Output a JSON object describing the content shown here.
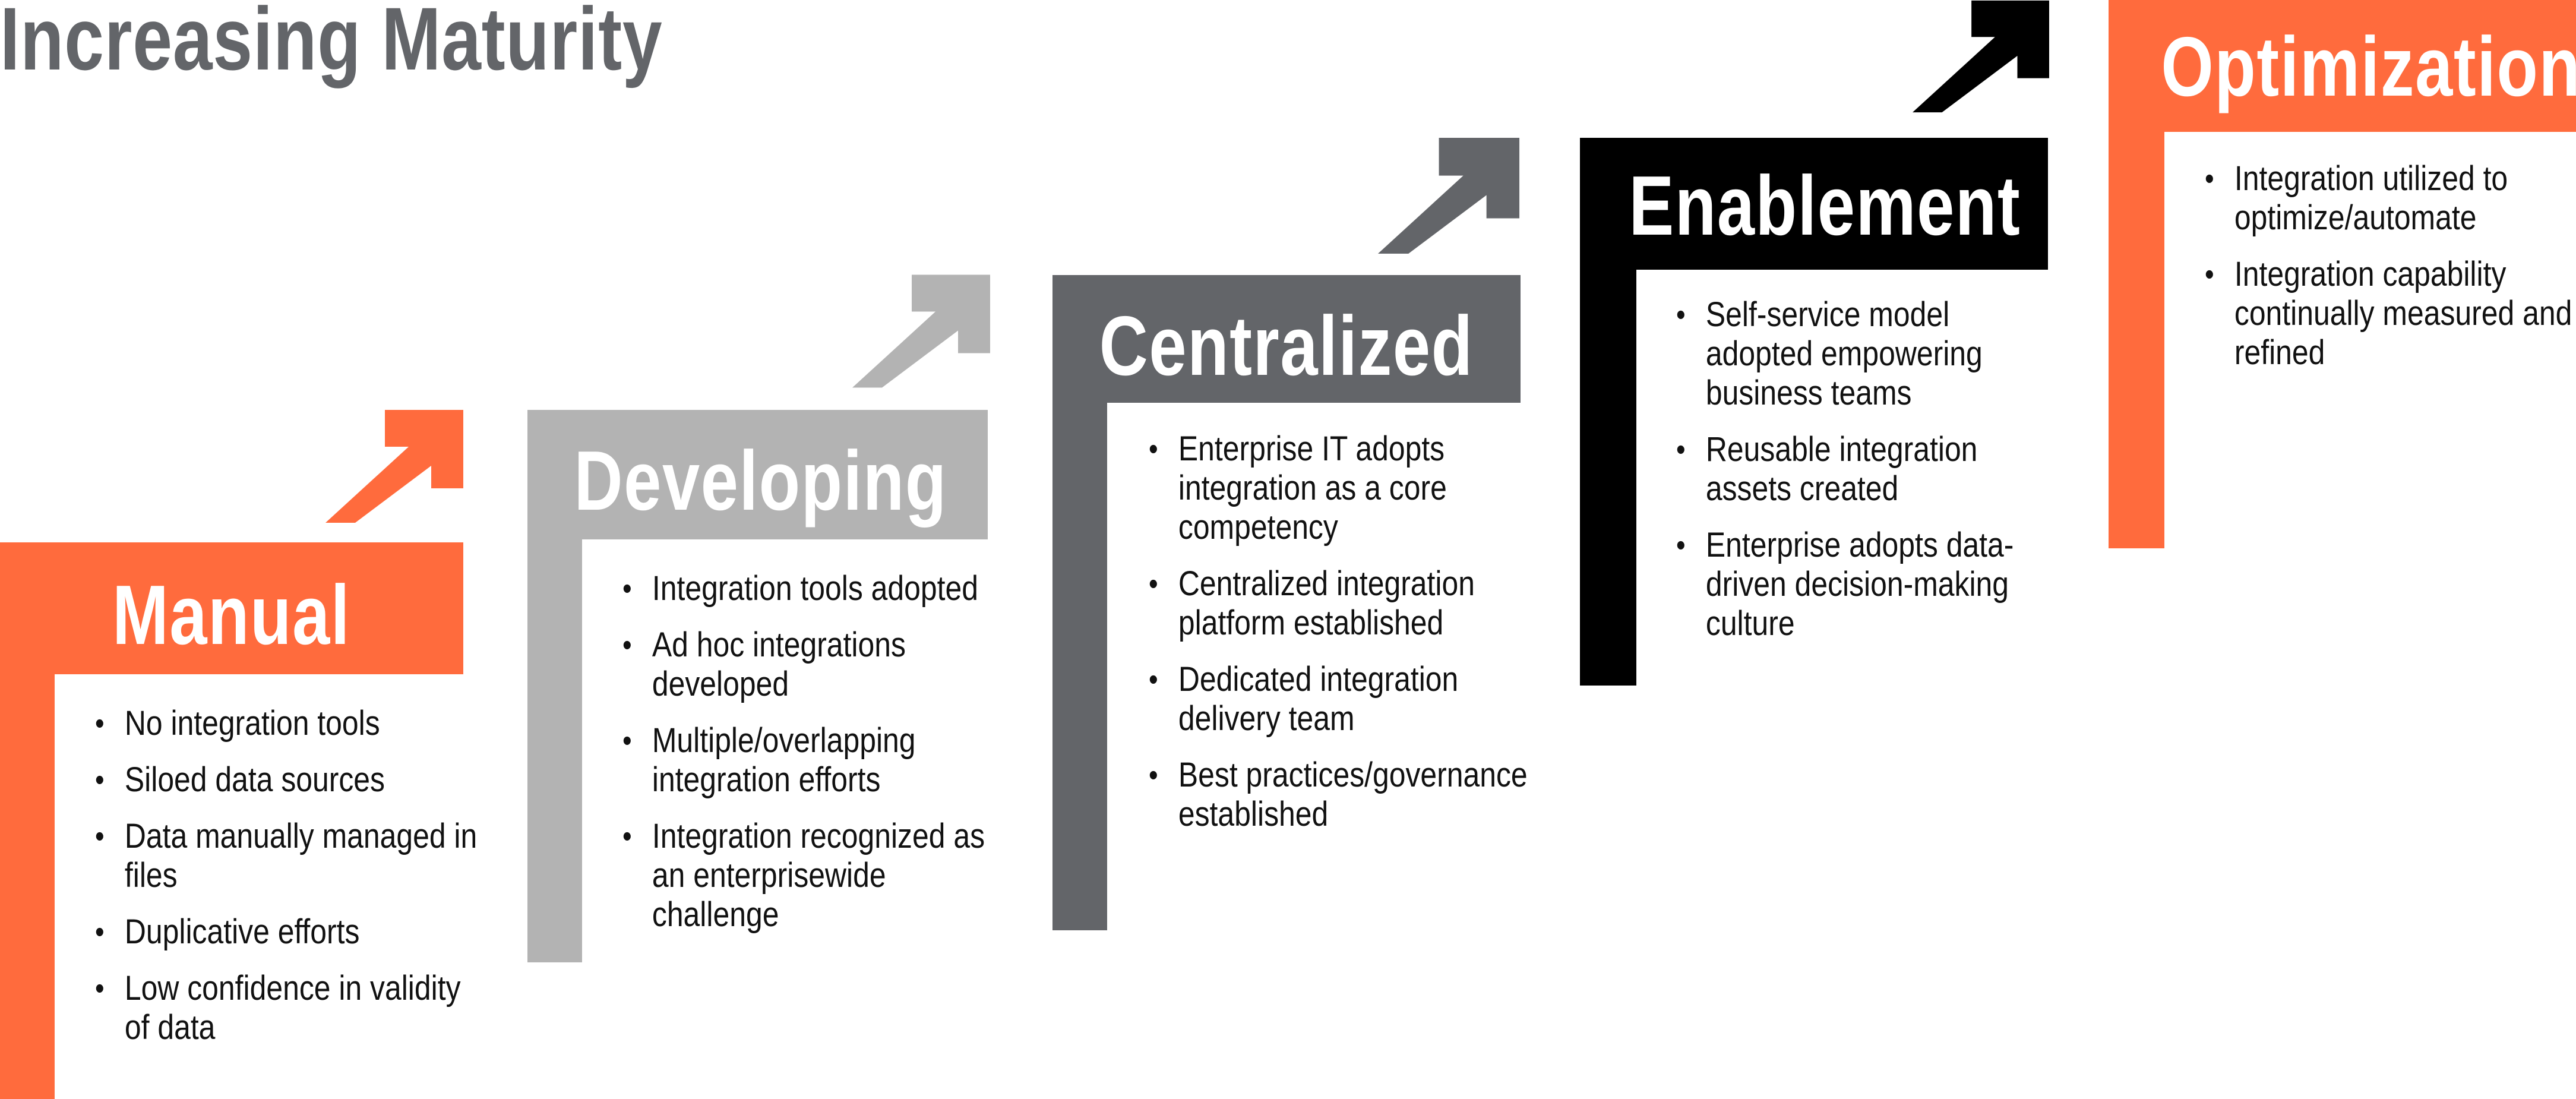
{
  "heading": "Increasing Maturity",
  "stages": [
    {
      "title": "Manual",
      "color": "#ff6b3d",
      "bullets": [
        "No integration tools",
        "Siloed data sources",
        "Data manually managed in files",
        "Duplicative efforts",
        "Low confidence in validity of data"
      ]
    },
    {
      "title": "Developing",
      "color": "#b3b3b3",
      "bullets": [
        "Integration tools adopted",
        "Ad hoc integrations developed",
        "Multiple/overlapping integration efforts",
        "Integration recognized as an enterprisewide challenge"
      ]
    },
    {
      "title": "Centralized",
      "color": "#636569",
      "bullets": [
        "Enterprise IT adopts integration as a core competency",
        "Centralized integration platform established",
        "Dedicated integration delivery team",
        "Best practices/governance established"
      ]
    },
    {
      "title": "Enablement",
      "color": "#000000",
      "bullets": [
        "Self-service model adopted empowering business teams",
        "Reusable integration assets created",
        "Enterprise adopts data-driven decision-making culture"
      ]
    },
    {
      "title": "Optimization",
      "color": "#ff6b3d",
      "bullets": [
        "Integration utilized to optimize/automate",
        "Integration capability continually measured and refined"
      ]
    }
  ]
}
